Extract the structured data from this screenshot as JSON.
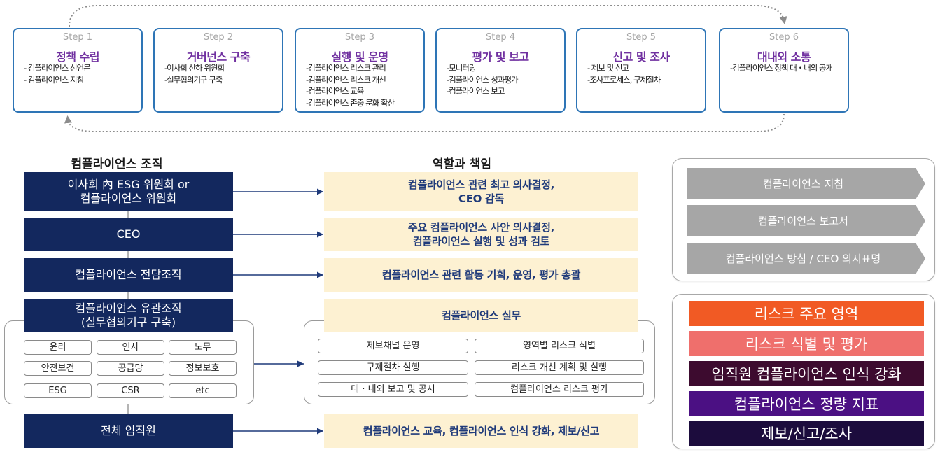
{
  "colors": {
    "step_border": "#2e75b6",
    "step_title": "#7030a0",
    "step_label": "#a6a6a6",
    "cycle_arrow": "#8c8c8c",
    "org_box": "#13285e",
    "role_box": "#fdf1d2",
    "role_text": "#1f3a7a",
    "chevron": "#a6a6a6"
  },
  "cycle": {
    "steps": [
      {
        "label": "Step 1",
        "title": "정책 수립",
        "items": [
          "- 컴플라이언스 선언문",
          "- 컴플라이언스 지침"
        ]
      },
      {
        "label": "Step 2",
        "title": "거버넌스 구축",
        "items": [
          "-이사회 산하 위원회",
          "-실무협의기구 구축"
        ]
      },
      {
        "label": "Step 3",
        "title": "실행 및 운영",
        "items": [
          "-컴플라이언스 리스크 관리",
          "-컴플라이언스 리스크 개선",
          "-컴플라이언스 교육",
          "-컴플라이언스 존중 문화 확산"
        ]
      },
      {
        "label": "Step 4",
        "title": "평가 및 보고",
        "items": [
          "-모니터링",
          "-컴플라이언스 성과평가",
          "-컴플라이언스 보고"
        ]
      },
      {
        "label": "Step 5",
        "title": "신고 및 조사",
        "items": [
          "- 제보 및 신고",
          "-조사프로세스, 구제절차"
        ]
      },
      {
        "label": "Step 6",
        "title": "대내외 소통",
        "items": [
          "-컴플라이언스 정책 대・내외 공개"
        ]
      }
    ]
  },
  "organization": {
    "header": "컴플라이언스 조직",
    "levels": [
      {
        "lines": [
          "이사회 內 ESG 위원회 or",
          "컴플라이언스 위원회"
        ]
      },
      {
        "lines": [
          "CEO"
        ]
      },
      {
        "lines": [
          "컴플라이언스 전담조직"
        ]
      },
      {
        "lines": [
          "컴플라이언스 유관조직",
          "(실무협의기구 구축)"
        ]
      },
      {
        "lines": [
          "전체 임직원"
        ]
      }
    ],
    "related_units": [
      "윤리",
      "인사",
      "노무",
      "안전보건",
      "공급망",
      "정보보호",
      "ESG",
      "CSR",
      "etc"
    ]
  },
  "roles": {
    "header": "역할과 책임",
    "items": [
      {
        "lines": [
          "컴플라이언스 관련 최고 의사결정,",
          "CEO 감독"
        ]
      },
      {
        "lines": [
          "주요 컴플라이언스 사안 의사결정,",
          "컴플라이언스 실행 및 성과 검토"
        ]
      },
      {
        "lines": [
          "컴플라이언스 관련 활동 기획, 운영, 평가 총괄"
        ]
      },
      {
        "lines": [
          "컴플라이언스 실무"
        ]
      },
      {
        "lines": [
          "컴플라이언스 교육, 컴플라이언스 인식 강화, 제보/신고"
        ]
      }
    ],
    "practice_tasks": [
      "제보채널 운영",
      "영역별 리스크 식별",
      "구제절차 실행",
      "리스크 개선 계획 및 실행",
      "대 · 내외 보고 및 공시",
      "컴플라이언스 리스크 평가"
    ]
  },
  "documents": {
    "items": [
      "컴플라이언스 지침",
      "컴플라이언스 보고서",
      "컴플라이언스 방침 / CEO 의지표명"
    ]
  },
  "risk_areas": {
    "items": [
      {
        "label": "리스크 주요 영역",
        "color": "#f15a24"
      },
      {
        "label": "리스크 식별 및 평가",
        "color": "#ef6f6c"
      },
      {
        "label": "임직원 컴플라이언스 인식 강화",
        "color": "#3d0b2f"
      },
      {
        "label": "컴플라이언스 정량 지표",
        "color": "#4b1083"
      },
      {
        "label": "제보/신고/조사",
        "color": "#1c0c3d"
      }
    ]
  }
}
